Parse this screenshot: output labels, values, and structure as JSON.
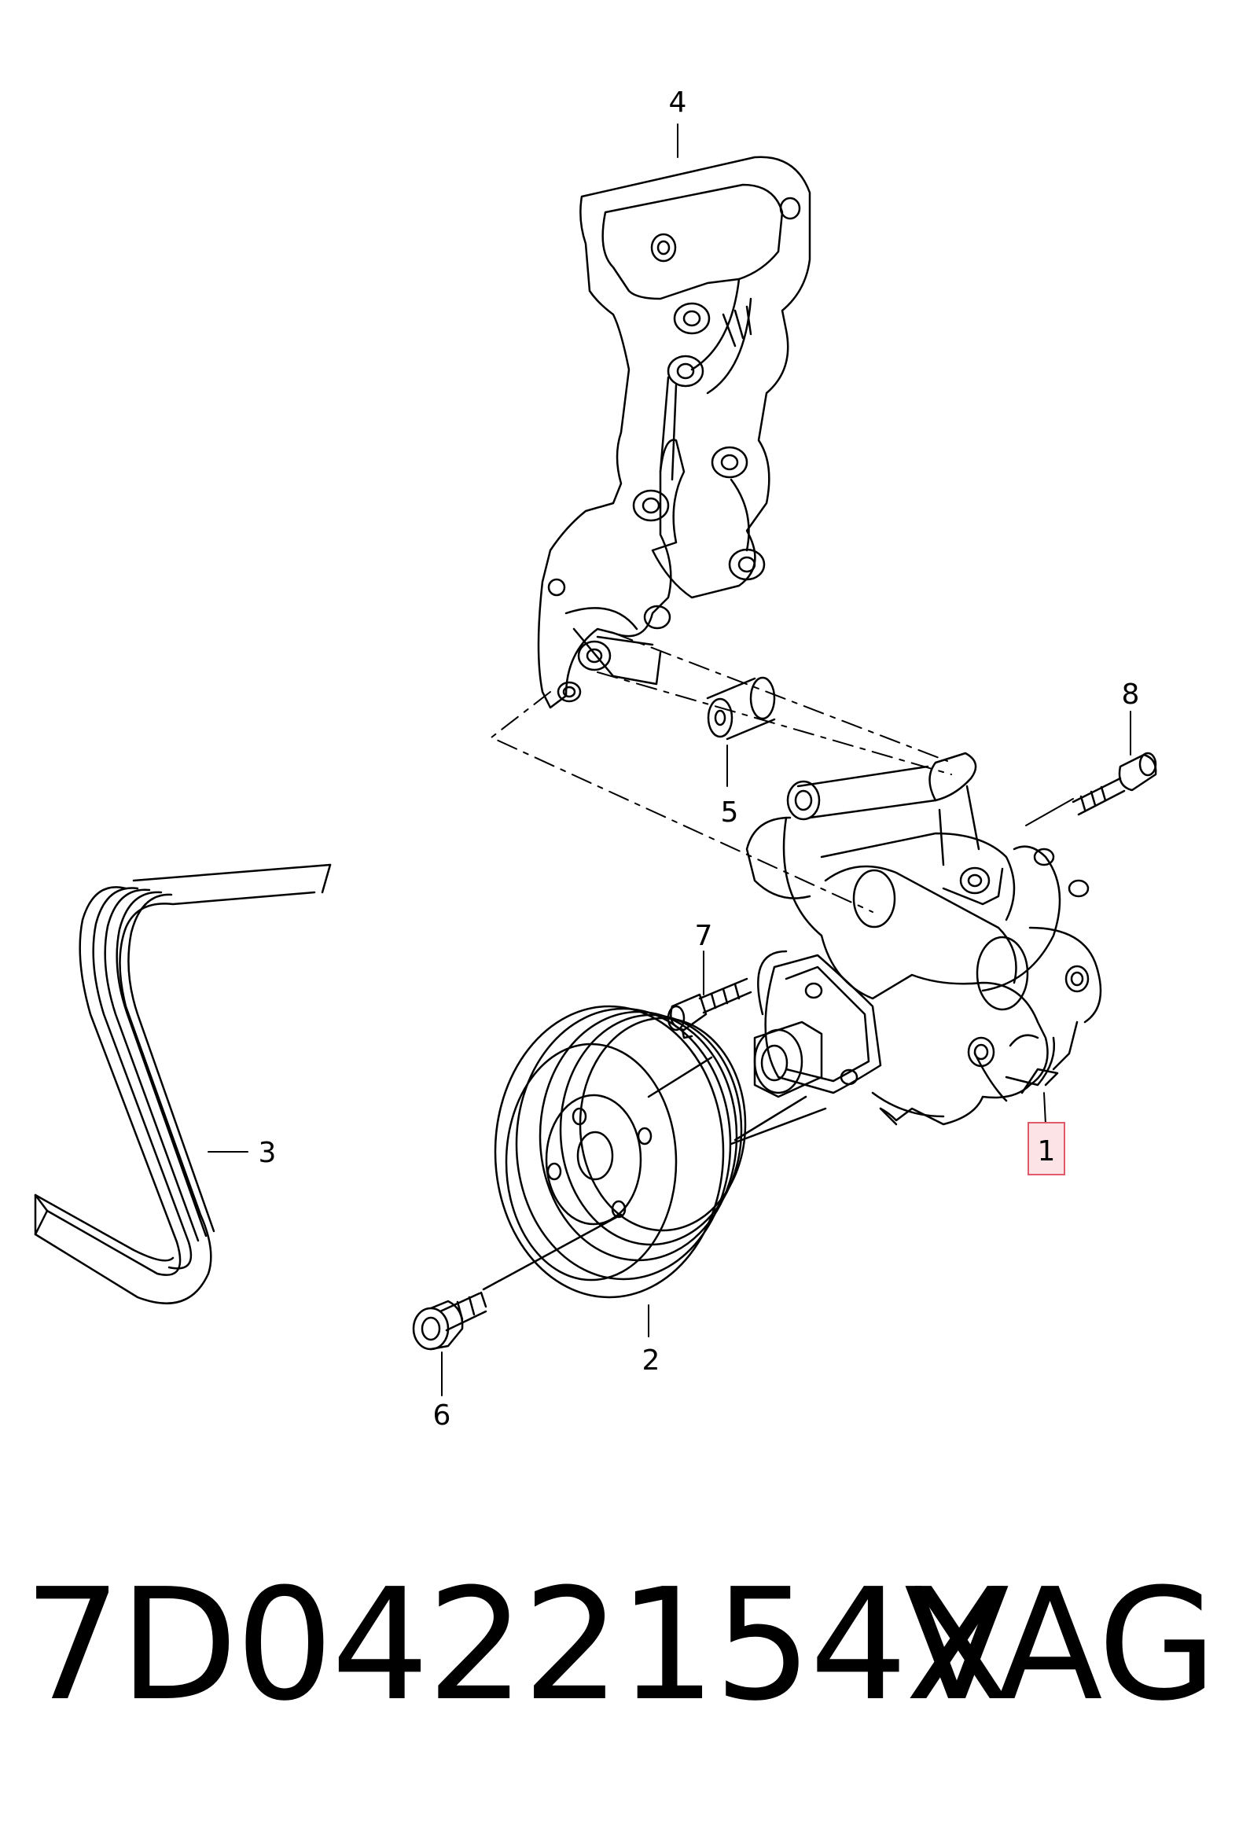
{
  "callouts": {
    "c1": "1",
    "c2": "2",
    "c3": "3",
    "c4": "4",
    "c5": "5",
    "c6": "6",
    "c7": "7",
    "c8": "8"
  },
  "part_number": "7D0422154X",
  "brand": "VAG",
  "colors": {
    "line": "#000000",
    "highlight_border": "#e05a6a",
    "highlight_fill": "#fbe3e6"
  }
}
